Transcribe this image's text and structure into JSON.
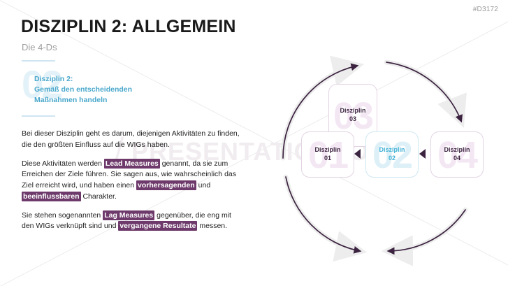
{
  "slide": {
    "code": "#D3172",
    "watermark": "PRESENTATIONLOAD",
    "watermark_slash": "/",
    "title": "DISZIPLIN 2: ALLGEMEIN",
    "subtitle": "Die 4-Ds"
  },
  "callout": {
    "ghost_number": "02",
    "line1": "Disziplin 2:",
    "line2": "Gemäß den entscheidenden",
    "line3": "Maßnahmen handeln"
  },
  "body": {
    "p1": "Bei dieser Disziplin geht es darum, diejenigen Aktivitäten zu finden, die den größten Einfluss auf die WIGs haben.",
    "p2_a": "Diese Aktivitäten werden ",
    "p2_h1": "Lead Measures",
    "p2_b": " genannt, da sie zum Erreichen der Ziele führen. Sie sagen aus, wie wahrscheinlich das Ziel erreicht wird, und haben einen ",
    "p2_h2": "vorhersagenden",
    "p2_c": " und ",
    "p2_h3": "beeinflussbaren",
    "p2_d": " Charakter.",
    "p3_a": "Sie stehen sogenannten ",
    "p3_h1": "Lag Measures",
    "p3_b": " gegenüber, die eng mit den WIGs verknüpft sind und ",
    "p3_h2": "vergangene Resultate",
    "p3_c": " messen."
  },
  "diagram": {
    "nodes": [
      {
        "id": "03",
        "label": "Disziplin",
        "number": "03",
        "ghost": "03",
        "active": false
      },
      {
        "id": "01",
        "label": "Disziplin",
        "number": "01",
        "ghost": "01",
        "active": false
      },
      {
        "id": "02",
        "label": "Disziplin",
        "number": "02",
        "ghost": "02",
        "active": true
      },
      {
        "id": "04",
        "label": "Disziplin",
        "number": "04",
        "ghost": "04",
        "active": false
      }
    ]
  },
  "colors": {
    "accent_teal": "#4aa8cc",
    "highlight_purple": "#6e3a6b",
    "arrow_dark": "#3c2340",
    "node_border": "#e3d4e3",
    "ghost_pink": "#f3e7f3",
    "rule_blue": "#cfe6f2",
    "title_dark": "#1a1a1a",
    "subtitle_gray": "#9d9d9d"
  }
}
